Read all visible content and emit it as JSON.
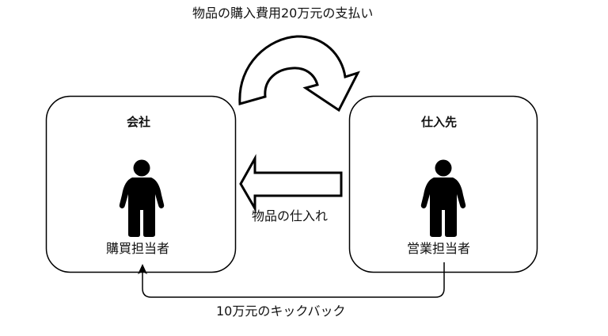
{
  "diagram": {
    "payment_label": "物品の購入費用20万元の支払い",
    "goods_label": "物品の仕入れ",
    "kickback_label": "10万元のキックバック",
    "company": {
      "title": "会社",
      "person_label": "購買担当者",
      "person_icon": "person-icon"
    },
    "supplier": {
      "title": "仕入先",
      "person_label": "営業担当者",
      "person_icon": "person-icon"
    },
    "colors": {
      "stroke": "#000000",
      "background": "#ffffff"
    }
  }
}
